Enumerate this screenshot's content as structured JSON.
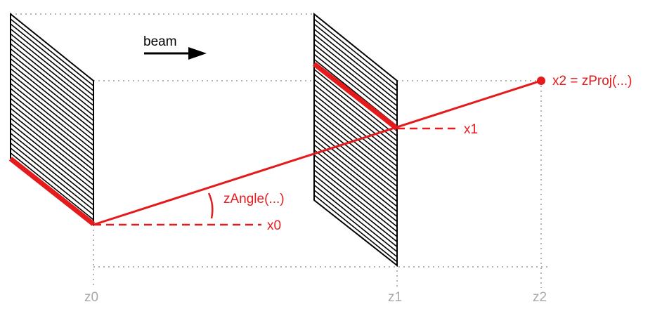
{
  "labels": {
    "beam": "beam",
    "angle": "zAngle(...)",
    "x0": "x0",
    "x1": "x1",
    "x2": "x2 = zProj(...)",
    "z0": "z0",
    "z1": "z1",
    "z2": "z2"
  },
  "colors": {
    "track": "#e41a1c",
    "guide": "#b4b4b4",
    "strip": "#000000"
  },
  "icons": {
    "beam_arrow": "right-arrow-icon",
    "end_marker": "filled-circle-icon",
    "angle_arc": "angle-arc-icon"
  }
}
